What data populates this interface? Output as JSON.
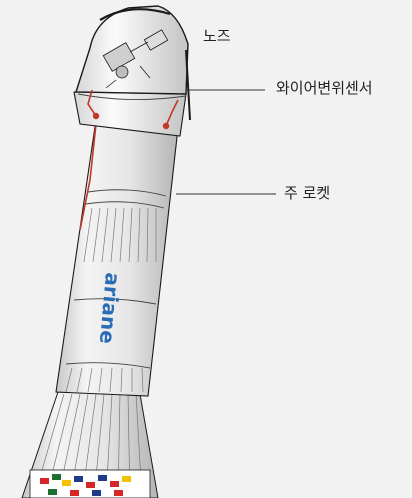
{
  "labels": {
    "nose": "노즈",
    "wire_sensor": "와이어변위센서",
    "main_rocket": "주 로켓"
  },
  "logo": {
    "text": "ariane",
    "color": "#2a6db5"
  },
  "colors": {
    "background": "#f2f2f2",
    "body_light": "#eaeaea",
    "body_shade": "#bdbdbd",
    "outline": "#1a1a1a",
    "sensor_red": "#c0392b",
    "leader_line": "#333333"
  }
}
